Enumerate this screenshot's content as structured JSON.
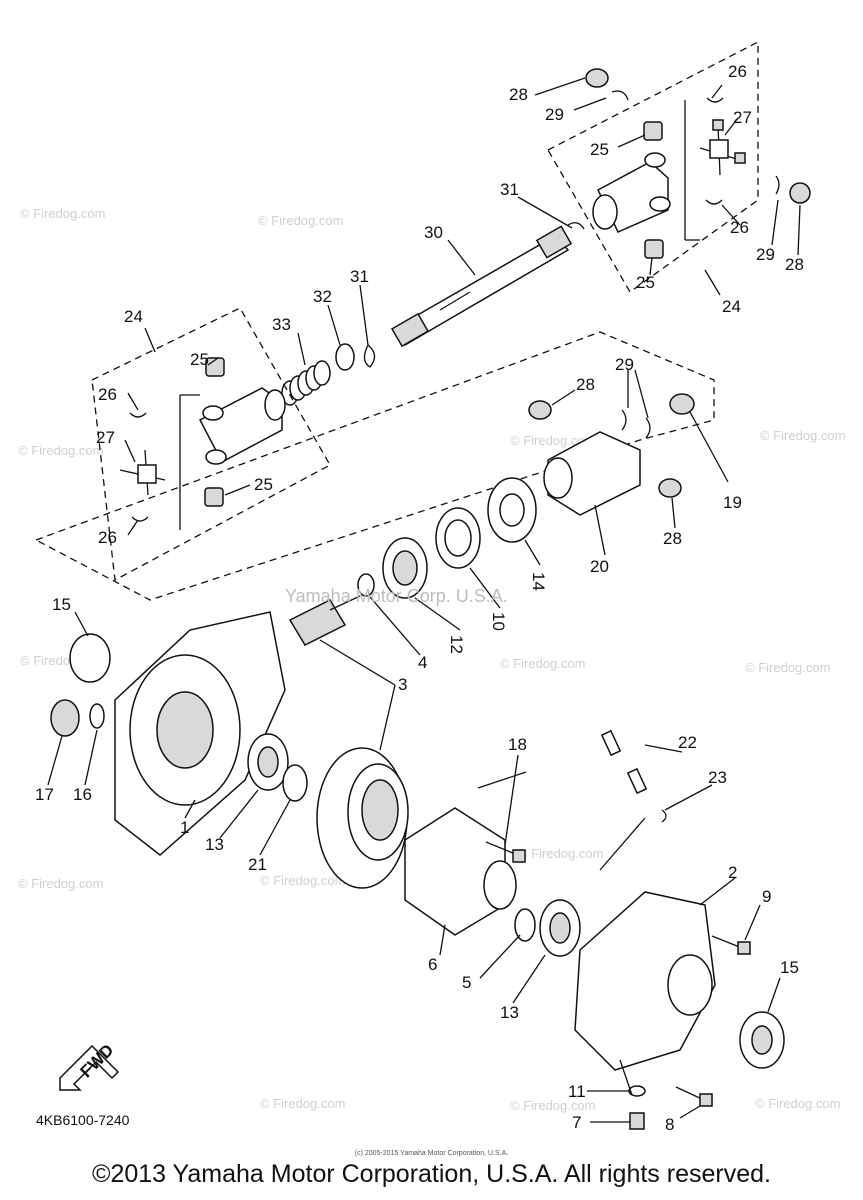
{
  "watermark": "© Firedog.com",
  "center_watermark": "Yamaha Motor Corp. U.S.A.",
  "part_code": "4KB6100-7240",
  "fwd_label": "FWD",
  "fine_print": "(c) 2005-2015 Yamaha Motor Corporation, U.S.A.",
  "footer": "©2013 Yamaha Motor Corporation, U.S.A. All rights reserved.",
  "callouts": {
    "c1": "1",
    "c2": "2",
    "c3": "3",
    "c4": "4",
    "c5": "5",
    "c6": "6",
    "c7": "7",
    "c8": "8",
    "c9": "9",
    "c10": "10",
    "c11": "11",
    "c12": "12",
    "c13a": "13",
    "c13b": "13",
    "c14": "14",
    "c15a": "15",
    "c15b": "15",
    "c16": "16",
    "c17": "17",
    "c18": "18",
    "c19": "19",
    "c20": "20",
    "c21": "21",
    "c22": "22",
    "c23": "23",
    "c24a": "24",
    "c24b": "24",
    "c25a": "25",
    "c25b": "25",
    "c25c": "25",
    "c25d": "25",
    "c26a": "26",
    "c26b": "26",
    "c26c": "26",
    "c26d": "26",
    "c27a": "27",
    "c27b": "27",
    "c28a": "28",
    "c28b": "28",
    "c28c": "28",
    "c28d": "28",
    "c29a": "29",
    "c29b": "29",
    "c29c": "29",
    "c30": "30",
    "c31a": "31",
    "c31b": "31",
    "c32": "32",
    "c33": "33"
  }
}
